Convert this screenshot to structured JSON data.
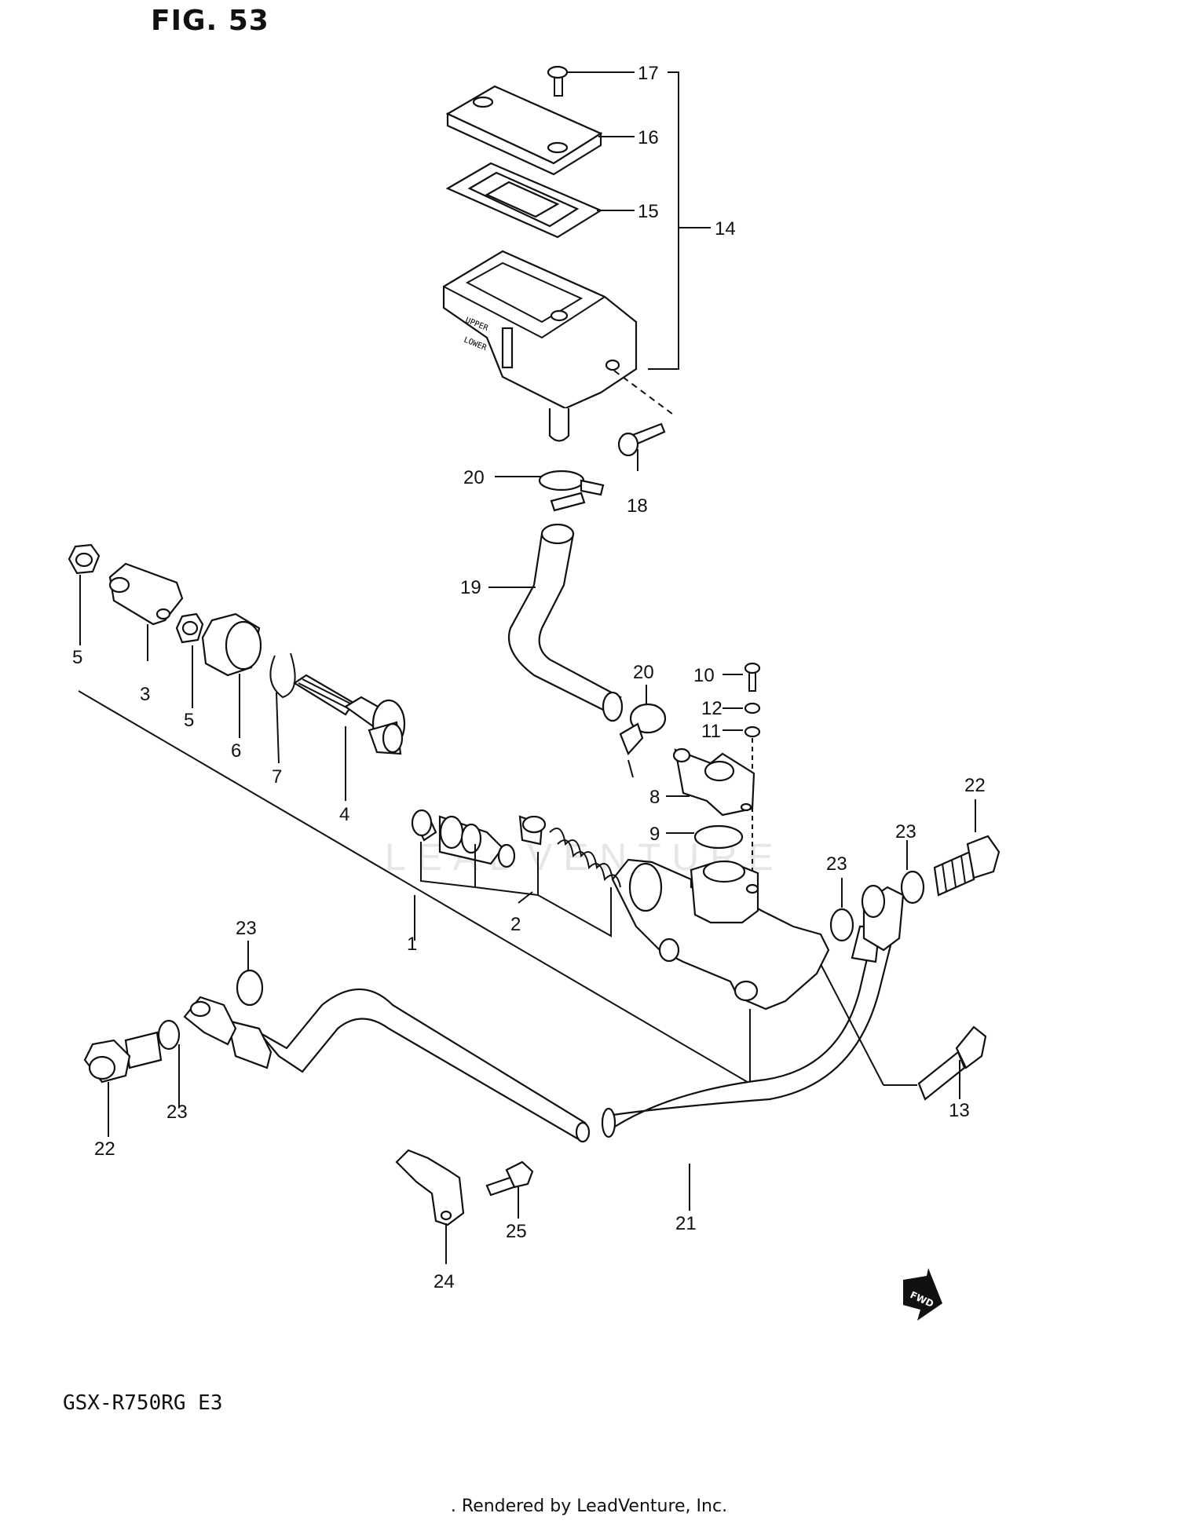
{
  "figure": {
    "title": "FIG. 53",
    "model": "GSX-R750RG  E3",
    "footer": ". Rendered by LeadVenture, Inc.",
    "watermark": "LEADVENTURE"
  },
  "callouts": {
    "c1": "1",
    "c2": "2",
    "c3": "3",
    "c4": "4",
    "c5a": "5",
    "c5b": "5",
    "c6": "6",
    "c7": "7",
    "c8": "8",
    "c9": "9",
    "c10": "10",
    "c11": "11",
    "c12": "12",
    "c13": "13",
    "c14": "14",
    "c15": "15",
    "c16": "16",
    "c17": "17",
    "c18": "18",
    "c19": "19",
    "c20a": "20",
    "c20b": "20",
    "c21": "21",
    "c22a": "22",
    "c22b": "22",
    "c23a": "23",
    "c23b": "23",
    "c23c": "23",
    "c23d": "23",
    "c24": "24",
    "c25": "25"
  },
  "icons": {
    "fwd": "FWD"
  }
}
